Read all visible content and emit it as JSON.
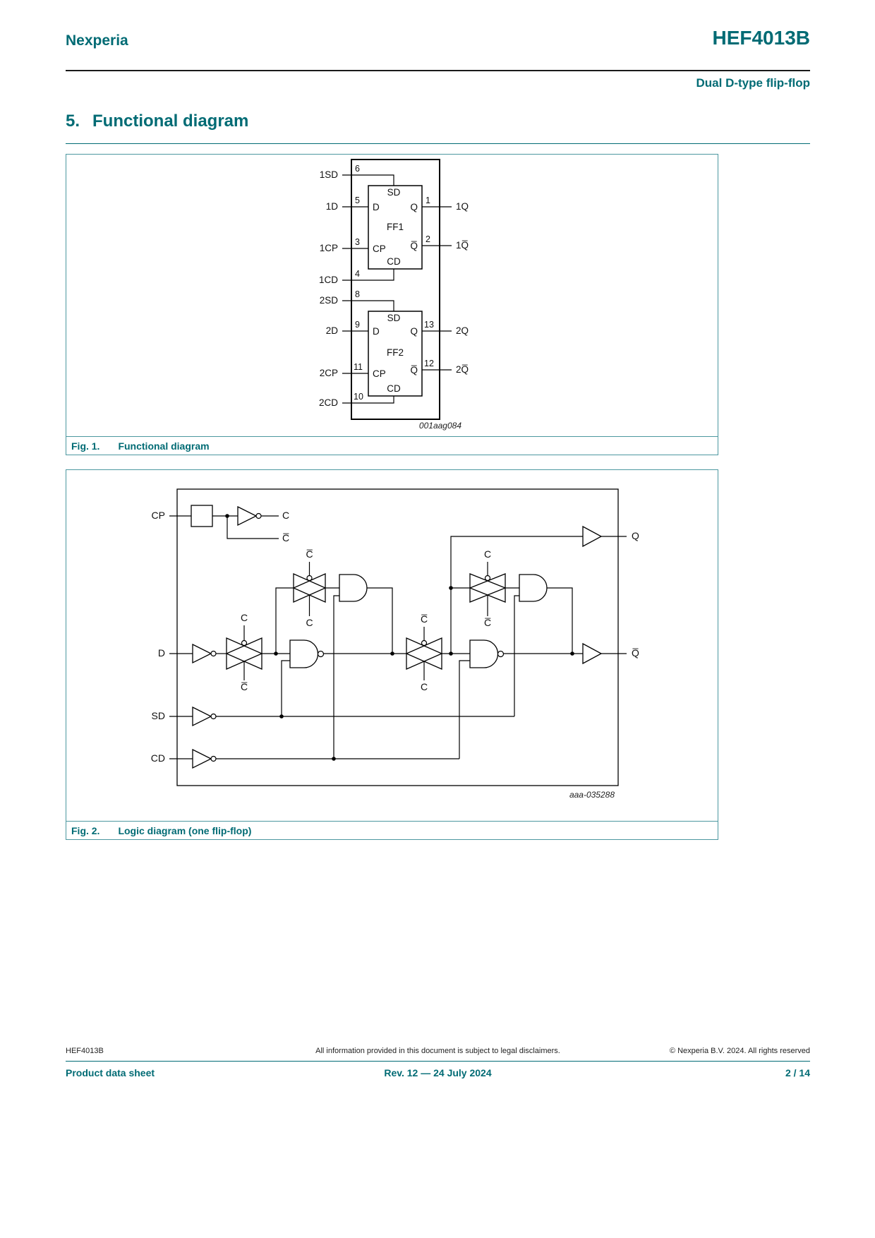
{
  "colors": {
    "accent": "#006b74",
    "figborder": "#4d98a0"
  },
  "header": {
    "brand": "Nexperia",
    "part_number": "HEF4013B",
    "subtitle": "Dual D-type flip-flop"
  },
  "section": {
    "number": "5.",
    "title": "Functional diagram"
  },
  "fig1": {
    "label": "Fig. 1.",
    "caption": "Functional diagram",
    "code": "001aag084",
    "ff1": {
      "title": "FF1",
      "sd": "SD",
      "d": "D",
      "q": "Q",
      "cp": "CP",
      "qb": "Q̅",
      "cd": "CD"
    },
    "ff2": {
      "title": "FF2",
      "sd": "SD",
      "d": "D",
      "q": "Q",
      "cp": "CP",
      "qb": "Q̅",
      "cd": "CD"
    },
    "inputs": [
      {
        "label": "1SD",
        "pin": "6"
      },
      {
        "label": "1D",
        "pin": "5"
      },
      {
        "label": "1CP",
        "pin": "3"
      },
      {
        "label": "1CD",
        "pin": "4"
      },
      {
        "label": "2SD",
        "pin": "8"
      },
      {
        "label": "2D",
        "pin": "9"
      },
      {
        "label": "2CP",
        "pin": "11"
      },
      {
        "label": "2CD",
        "pin": "10"
      }
    ],
    "outputs": [
      {
        "label": "1Q",
        "pin": "1"
      },
      {
        "label": "1Q̅",
        "pin": "2"
      },
      {
        "label": "2Q",
        "pin": "13"
      },
      {
        "label": "2Q̅",
        "pin": "12"
      }
    ]
  },
  "fig2": {
    "label": "Fig. 2.",
    "caption": "Logic diagram (one flip-flop)",
    "code": "aaa-035288",
    "inputs": {
      "cp": "CP",
      "d": "D",
      "sd": "SD",
      "cd": "CD"
    },
    "outputs": {
      "q": "Q",
      "qb": "Q̅"
    },
    "clock": {
      "c": "C",
      "cb": "C̅"
    },
    "tg1": {
      "top": "C̅",
      "bottom": "C"
    },
    "tg2": {
      "top": "C",
      "bottom": "C̅"
    },
    "tg3": {
      "top": "C̅",
      "bottom": "C"
    },
    "tg4": {
      "top": "C",
      "bottom": "C̅"
    }
  },
  "footer": {
    "part_number": "HEF4013B",
    "disclaimer": "All information provided in this document is subject to legal disclaimers.",
    "copyright": "© Nexperia B.V. 2024. All rights reserved",
    "doc_type": "Product data sheet",
    "revision": "Rev. 12 — 24 July 2024",
    "page": "2 / 14"
  }
}
